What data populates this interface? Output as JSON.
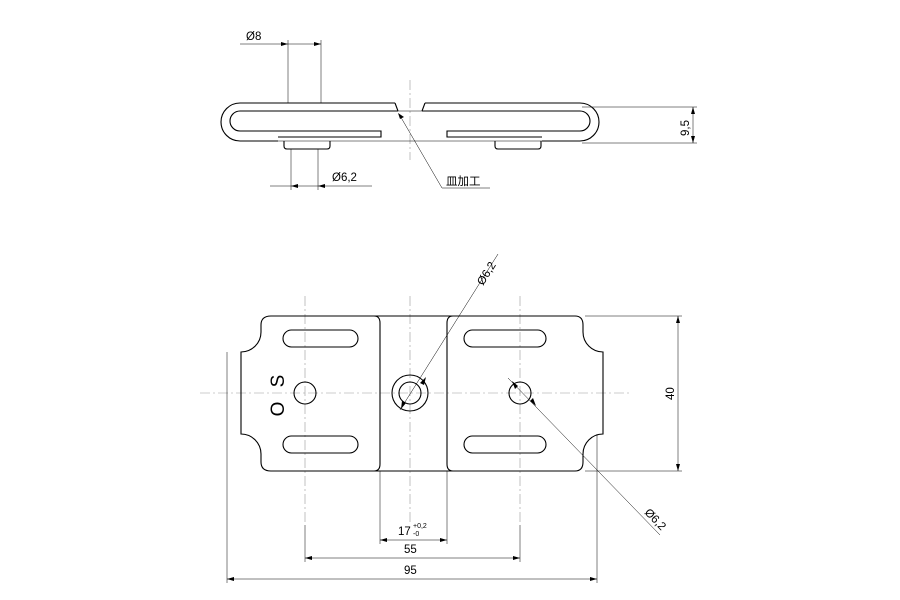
{
  "drawing": {
    "side_view": {
      "dia_8": "Ø8",
      "dia_6_2": "Ø6,2",
      "thickness": "9,5",
      "countersink_note": "皿加工"
    },
    "front_view": {
      "dia_6_2_top": "Ø6,2",
      "dia_6_2_bottom": "Ø6,2",
      "height": "40",
      "slot_gap": "17",
      "slot_gap_tol_upper": "+0,2",
      "slot_gap_tol_lower": "-0",
      "hole_spacing": "55",
      "overall_width": "95",
      "mark_s": "S",
      "mark_o": "O"
    }
  }
}
